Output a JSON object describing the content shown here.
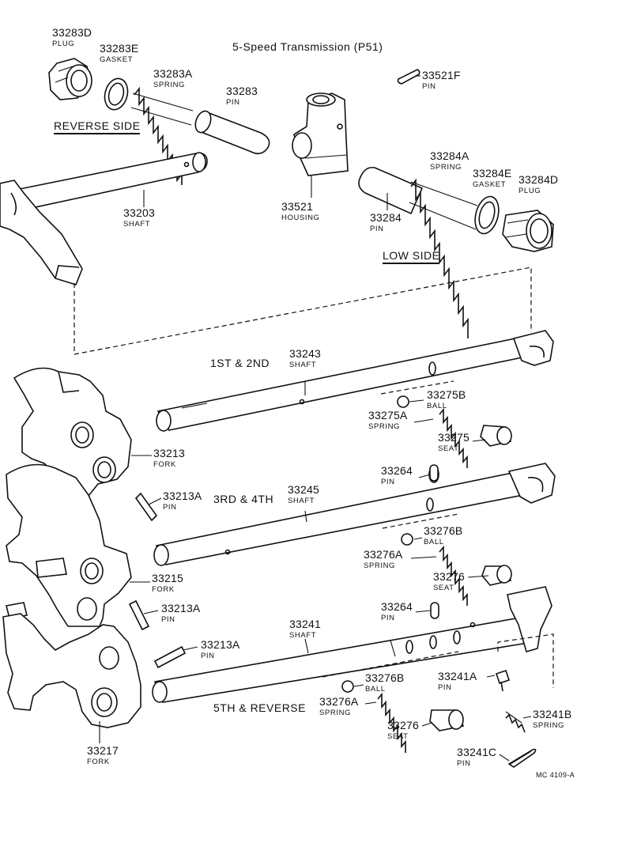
{
  "title": "5-Speed Transmission (P51)",
  "section_labels": {
    "reverse_side": "REVERSE SIDE",
    "low_side": "LOW SIDE",
    "gear_1st_2nd": "1ST & 2ND",
    "gear_3rd_4th": "3RD & 4TH",
    "gear_5th_reverse": "5TH & REVERSE"
  },
  "parts": [
    {
      "number": "33283D",
      "name": "PLUG"
    },
    {
      "number": "33283E",
      "name": "GASKET"
    },
    {
      "number": "33283A",
      "name": "SPRING"
    },
    {
      "number": "33283",
      "name": "PIN"
    },
    {
      "number": "33521F",
      "name": "PIN"
    },
    {
      "number": "33203",
      "name": "SHAFT"
    },
    {
      "number": "33521",
      "name": "HOUSING"
    },
    {
      "number": "33284A",
      "name": "SPRING"
    },
    {
      "number": "33284E",
      "name": "GASKET"
    },
    {
      "number": "33284D",
      "name": "PLUG"
    },
    {
      "number": "33284",
      "name": "PIN"
    },
    {
      "number": "33243",
      "name": "SHAFT"
    },
    {
      "number": "33275B",
      "name": "BALL"
    },
    {
      "number": "33275A",
      "name": "SPRING"
    },
    {
      "number": "33275",
      "name": "SEAT"
    },
    {
      "number": "33213",
      "name": "FORK"
    },
    {
      "number": "33213A",
      "name": "PIN"
    },
    {
      "number": "33264",
      "name": "PIN"
    },
    {
      "number": "33245",
      "name": "SHAFT"
    },
    {
      "number": "33276B",
      "name": "BALL"
    },
    {
      "number": "33276A",
      "name": "SPRING"
    },
    {
      "number": "33276",
      "name": "SEAT"
    },
    {
      "number": "33215",
      "name": "FORK"
    },
    {
      "number": "33213A",
      "name": "PIN"
    },
    {
      "number": "33264",
      "name": "PIN"
    },
    {
      "number": "33241",
      "name": "SHAFT"
    },
    {
      "number": "33213A",
      "name": "PIN"
    },
    {
      "number": "33276B",
      "name": "BALL"
    },
    {
      "number": "33241A",
      "name": "PIN"
    },
    {
      "number": "33276A",
      "name": "SPRING"
    },
    {
      "number": "33241B",
      "name": "SPRING"
    },
    {
      "number": "33276",
      "name": "SEAT"
    },
    {
      "number": "33217",
      "name": "FORK"
    },
    {
      "number": "33241C",
      "name": "PIN"
    }
  ],
  "diagram_code": "MC 4109-A"
}
